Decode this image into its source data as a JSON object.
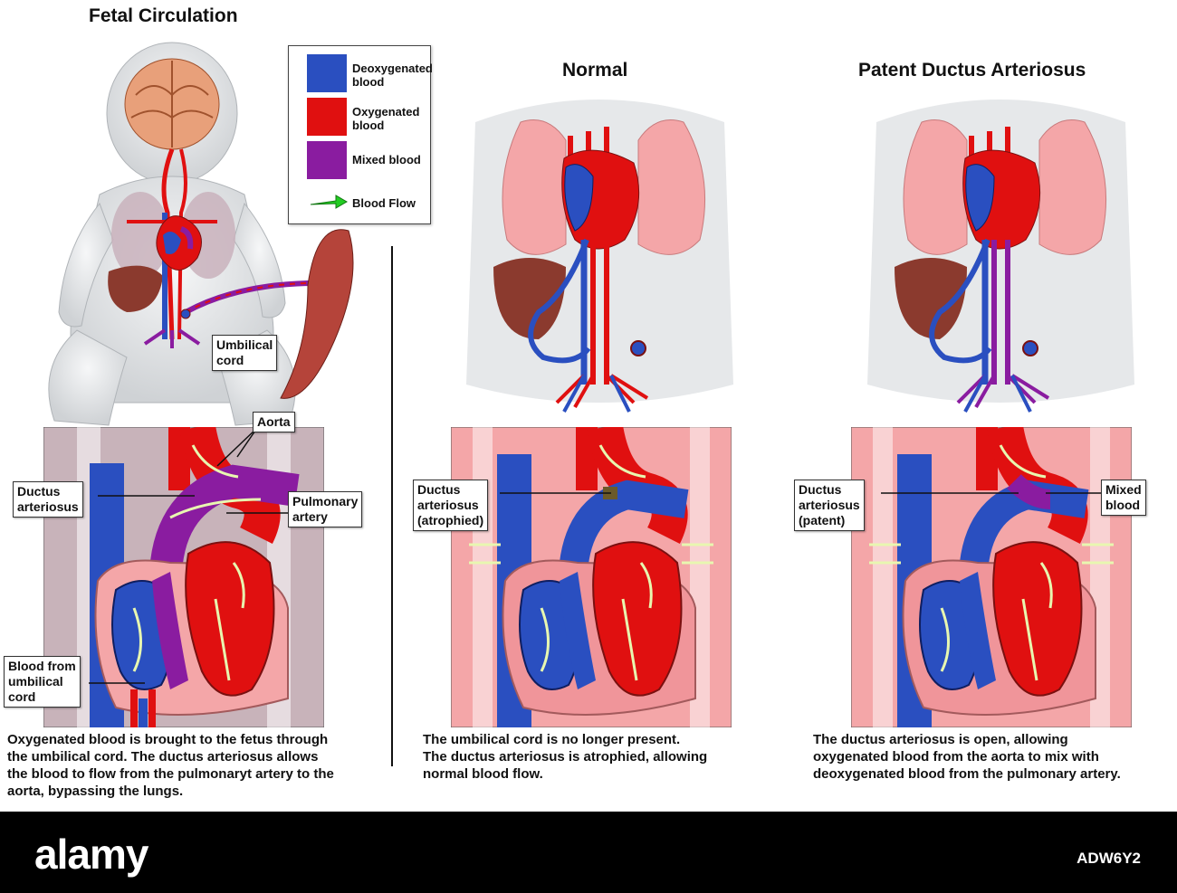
{
  "titles": {
    "fetal": "Fetal Circulation",
    "normal": "Normal",
    "pda": "Patent Ductus Arteriosus"
  },
  "legend": {
    "items": [
      {
        "lines": [
          "Deoxygenated",
          "blood"
        ],
        "color": "#2a4fc0"
      },
      {
        "lines": [
          "Oxygenated",
          "blood"
        ],
        "color": "#e01010"
      },
      {
        "lines": [
          "Mixed blood"
        ],
        "color": "#8a1ca0"
      }
    ],
    "flow_label": "Blood Flow",
    "flow_color": "#22cc22"
  },
  "callouts": {
    "umbilical_cord": [
      "Umbilical",
      "cord"
    ],
    "aorta": [
      "Aorta"
    ],
    "ductus_fetal": [
      "Ductus",
      "arteriosus"
    ],
    "pulmonary_artery": [
      "Pulmonary",
      "artery"
    ],
    "blood_umbilical": [
      "Blood from",
      "umbilical",
      "cord"
    ],
    "ductus_normal": [
      "Ductus",
      "arteriosus",
      "(atrophied)"
    ],
    "ductus_pda": [
      "Ductus",
      "arteriosus",
      "(patent)"
    ],
    "mixed_blood": [
      "Mixed",
      "blood"
    ]
  },
  "captions": {
    "fetal": [
      "Oxygenated blood is brought to the fetus through",
      "the umbilical cord. The ductus arteriosus allows",
      "the blood to flow from the pulmonaryt artery to the",
      "aorta, bypassing the lungs."
    ],
    "normal": [
      "The umbilical cord is no longer present.",
      "The ductus arteriosus is atrophied, allowing",
      "normal blood flow."
    ],
    "pda": [
      "The ductus arteriosus is open, allowing",
      "oxygenated blood from the aorta to mix with",
      "deoxygenated blood from the pulmonary artery."
    ]
  },
  "footer": {
    "logo": "alamy",
    "ref": "ADW6Y2"
  },
  "colors": {
    "deoxygenated": "#2a4fc0",
    "oxygenated": "#e01010",
    "mixed": "#8a1ca0",
    "lung": "#f4a6a8",
    "liver": "#8b3a2e",
    "body": "#e9ebec",
    "flow_arrow": "#e8f7b0"
  }
}
